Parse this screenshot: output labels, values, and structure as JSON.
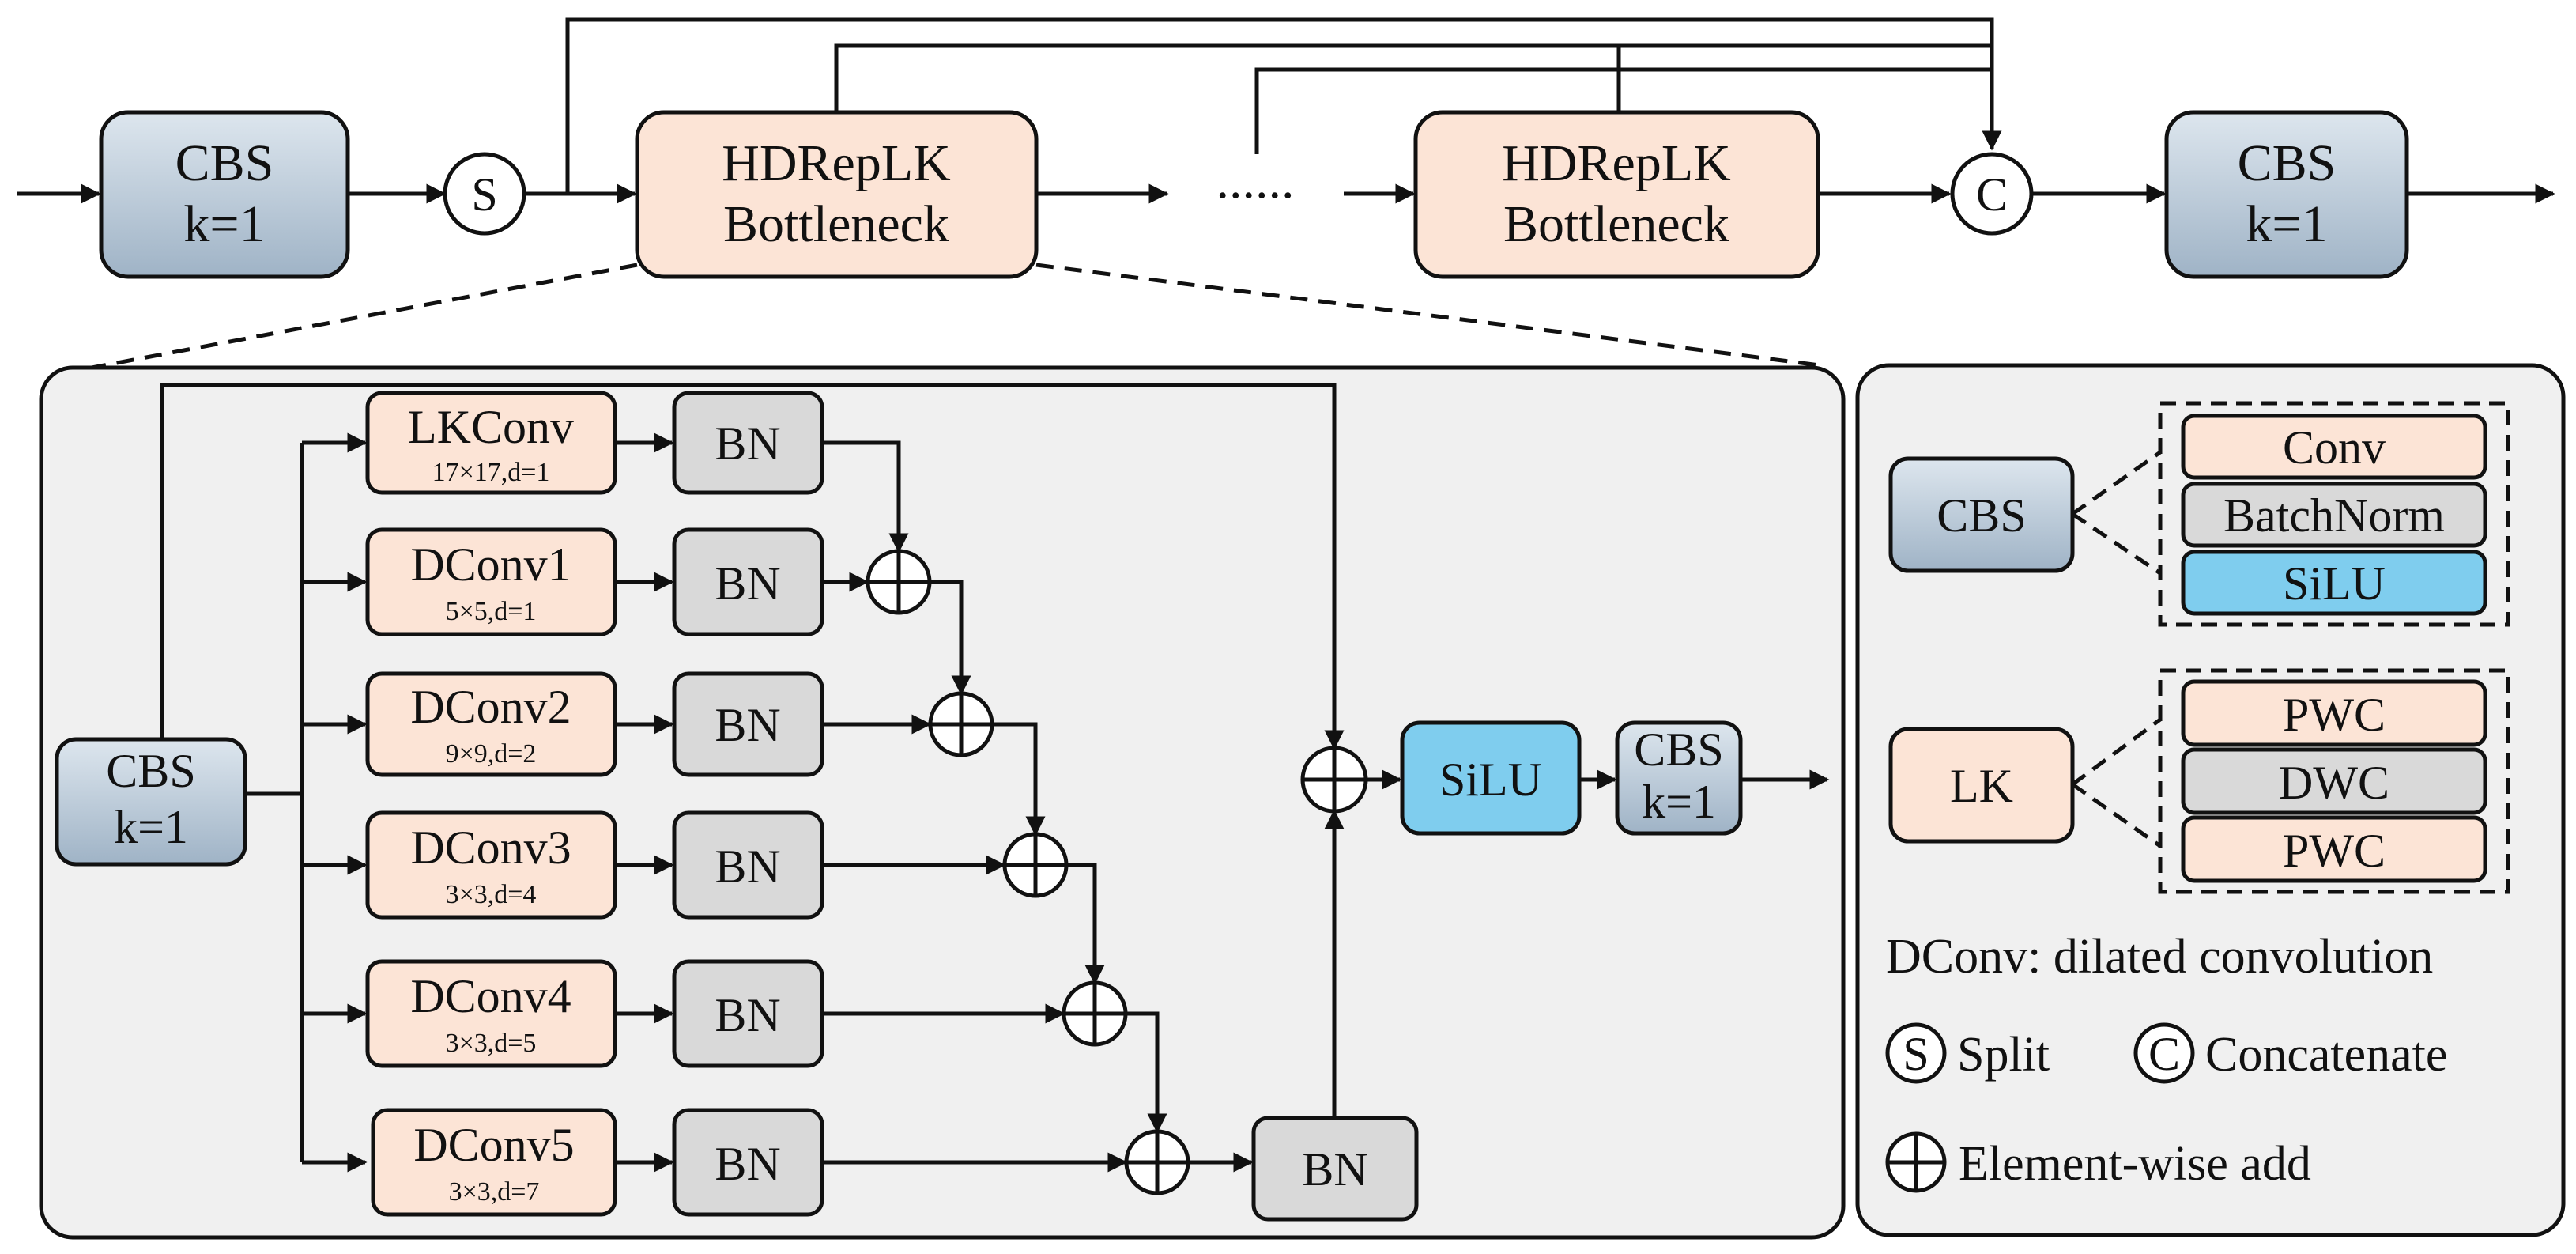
{
  "top": {
    "cbs_in": {
      "line1": "CBS",
      "line2": "k=1"
    },
    "split": "S",
    "bottleneck1": {
      "line1": "HDRepLK",
      "line2": "Bottleneck"
    },
    "ellipsis": "......",
    "bottleneck2": {
      "line1": "HDRepLK",
      "line2": "Bottleneck"
    },
    "concat": "C",
    "cbs_out": {
      "line1": "CBS",
      "line2": "k=1"
    }
  },
  "detail": {
    "cbs_in": {
      "line1": "CBS",
      "line2": "k=1"
    },
    "branches": [
      {
        "name": "LKConv",
        "spec": "17×17,d=1",
        "bn": "BN"
      },
      {
        "name": "DConv1",
        "spec": "5×5,d=1",
        "bn": "BN"
      },
      {
        "name": "DConv2",
        "spec": "9×9,d=2",
        "bn": "BN"
      },
      {
        "name": "DConv3",
        "spec": "3×3,d=4",
        "bn": "BN"
      },
      {
        "name": "DConv4",
        "spec": "3×3,d=5",
        "bn": "BN"
      },
      {
        "name": "DConv5",
        "spec": "3×3,d=7",
        "bn": "BN"
      }
    ],
    "bn_final": "BN",
    "silu": "SiLU",
    "cbs_out": {
      "line1": "CBS",
      "line2": "k=1"
    }
  },
  "legend": {
    "cbs_label": "CBS",
    "cbs_parts": [
      "Conv",
      "BatchNorm",
      "SiLU"
    ],
    "lk_label": "LK",
    "lk_parts": [
      "PWC",
      "DWC",
      "PWC"
    ],
    "dconv_note": "DConv: dilated convolution",
    "split_symbol": "S",
    "split_text": "Split",
    "concat_symbol": "C",
    "concat_text": "Concatenate",
    "add_text": "Element-wise add"
  },
  "colors": {
    "cbs_top": "#dde6ee",
    "cbs_bottom": "#9fb3c6",
    "bottleneck": "#fce4d6",
    "bn": "#d9d9d9",
    "silu": "#7fcdee",
    "panel": "#f0f0f0"
  }
}
